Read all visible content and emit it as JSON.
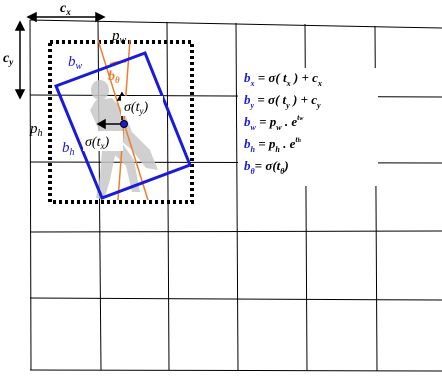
{
  "colors": {
    "grid": "#000000",
    "anchor": "#000000",
    "bbox": "#1a1adb",
    "angle": "#f07d2a",
    "silhouette": "#c8c8c8",
    "formula_symbol": "#1a1adb"
  },
  "labels": {
    "cx": "c",
    "cx_sub": "x",
    "cy": "c",
    "cy_sub": "y",
    "pw": "p",
    "pw_sub": "w",
    "ph": "p",
    "ph_sub": "h",
    "bw": "b",
    "bw_sub": "w",
    "bh": "b",
    "bh_sub": "h",
    "btheta": "b",
    "btheta_sub": "θ",
    "sigma_ty": "σ(t",
    "sigma_ty_sub": "y",
    "sigma_tx": "σ(t",
    "sigma_tx_sub": "x",
    "close_paren": ")"
  },
  "formulas": [
    {
      "sym": "b",
      "sub": "x",
      "rhs_a": " = σ( t",
      "rhs_a_sub": "x",
      "rhs_b": " ) + c",
      "rhs_b_sub": "x"
    },
    {
      "sym": "b",
      "sub": "y",
      "rhs_a": " = σ( t",
      "rhs_a_sub": "y",
      "rhs_b": " ) + c",
      "rhs_b_sub": "y"
    },
    {
      "sym": "b",
      "sub": "w",
      "rhs_a": " = p",
      "rhs_a_sub": "w",
      "rhs_b": " . e",
      "rhs_b_sup": "t",
      "rhs_b_supsub": "w"
    },
    {
      "sym": "b",
      "sub": "h",
      "rhs_a": " = p",
      "rhs_a_sub": "h",
      "rhs_b": " . e",
      "rhs_b_sup": "t",
      "rhs_b_supsub": "h"
    },
    {
      "sym": "b",
      "sub": "θ",
      "rhs_a": "= σ(t",
      "rhs_a_sub": "θ",
      "rhs_b": ")"
    }
  ]
}
